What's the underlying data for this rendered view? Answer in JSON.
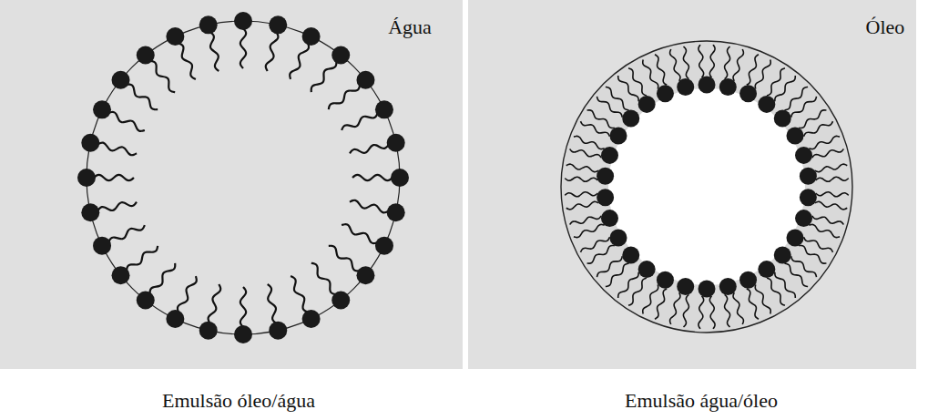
{
  "diagram": {
    "labels": [
      "Água",
      "Óleo",
      "Emulsão óleo/água",
      "Emulsão água/óleo"
    ]
  }
}
